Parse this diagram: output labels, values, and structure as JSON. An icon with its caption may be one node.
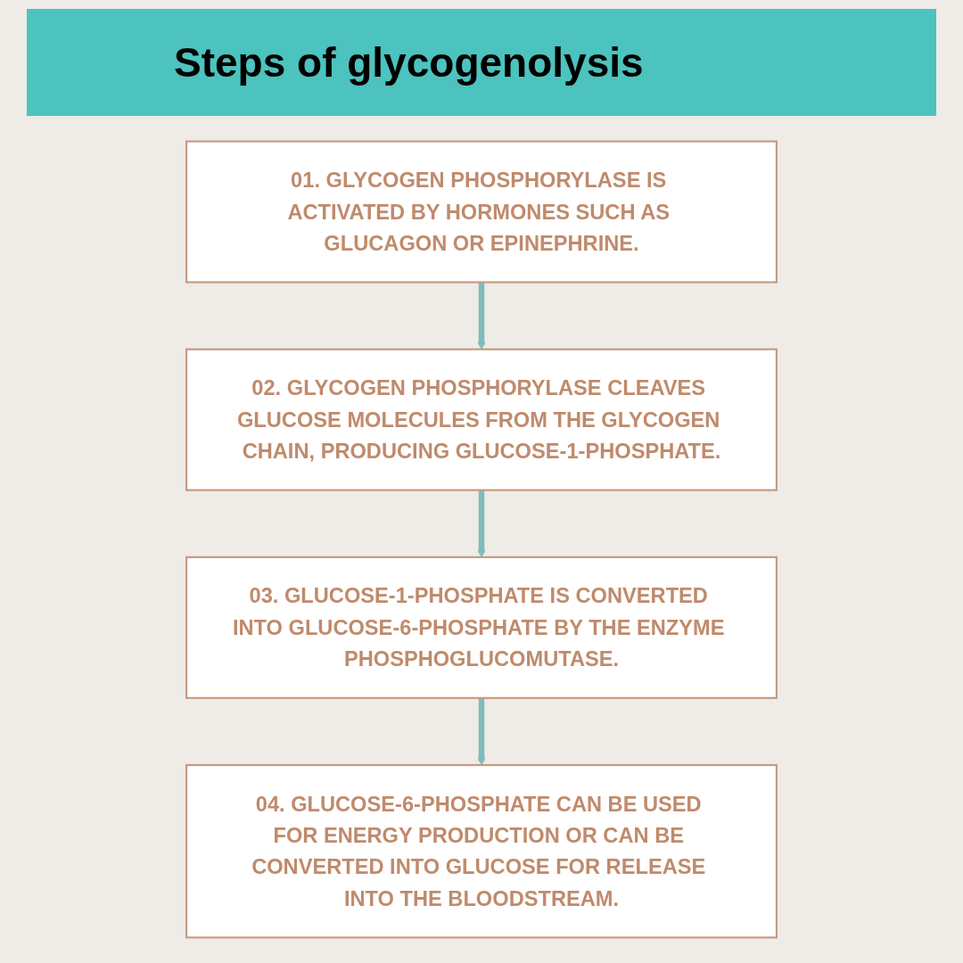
{
  "diagram": {
    "title": "Steps of glycogenolysis",
    "nodes": [
      {
        "text": [
          "01. GLYCOGEN PHOSPHORYLASE IS ACTIVATED BY HORMONES SUCH AS GLUCAGON OR EPINEPHRINE."
        ]
      },
      {
        "text": [
          "02. GLYCOGEN PHOSPHORYLASE CLEAVES GLUCOSE MOLECULES FROM THE GLYCOGEN CHAIN, PRODUCING GLUCOSE-1-PHOSPHATE."
        ]
      },
      {
        "text": [
          "03. GLUCOSE-1-PHOSPHATE IS CONVERTED INTO GLUCOSE-6-PHOSPHATE BY THE ENZYME PHOSPHOGLUCOMUTASE."
        ]
      },
      {
        "text": [
          "04. GLUCOSE-6-PHOSPHATE CAN BE USED FOR ENERGY PRODUCTION OR CAN BE CONVERTED INTO GLUCOSE FOR RELEASE INTO THE BLOODSTREAM."
        ]
      }
    ],
    "edges": [
      {
        "from": 0,
        "to": 1,
        "arrow": "to"
      },
      {
        "from": 1,
        "to": 2,
        "arrow": "to"
      },
      {
        "from": 2,
        "to": 3,
        "arrow": "to"
      }
    ]
  }
}
